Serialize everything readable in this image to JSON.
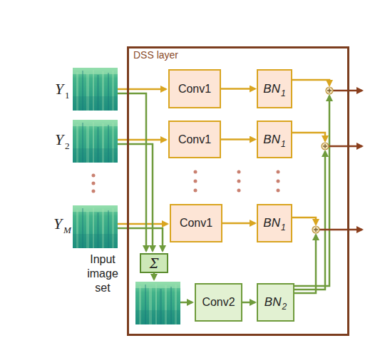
{
  "diagram": {
    "nodes": [
      {
        "text": [
          "DSS layer"
        ]
      },
      {
        "text": [
          "Conv1"
        ],
        "in": 0
      },
      {
        "text": [
          "BN",
          "1"
        ],
        "in": 0
      },
      {
        "text": [
          "Conv1"
        ],
        "in": 0
      },
      {
        "text": [
          "BN",
          "1"
        ],
        "in": 0
      },
      {
        "text": [
          "Conv1"
        ],
        "in": 0
      },
      {
        "text": [
          "BN",
          "1"
        ],
        "in": 0
      },
      {
        "text": [
          "Σ"
        ],
        "in": 0
      },
      {
        "text": [
          "Conv2"
        ],
        "in": 0
      },
      {
        "text": [
          "BN",
          "2"
        ],
        "in": 0
      }
    ],
    "edges": [
      {
        "from": 1,
        "to": 2,
        "arrow": "to"
      },
      {
        "from": 3,
        "to": 4,
        "arrow": "to"
      },
      {
        "from": 5,
        "to": 6,
        "arrow": "to"
      },
      {
        "from": 8,
        "to": 9,
        "arrow": "to"
      }
    ],
    "labels": [
      "Y",
      "1",
      "Y",
      "2",
      "Y",
      "M",
      "Input image set"
    ]
  }
}
